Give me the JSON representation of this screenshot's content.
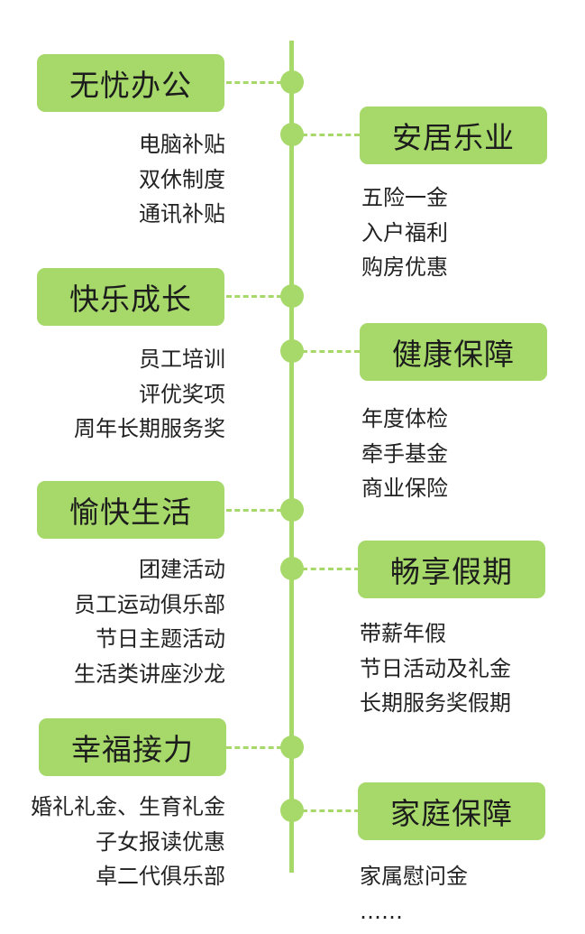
{
  "left": [
    {
      "title": "无忧办公",
      "items": [
        "电脑补贴",
        "双休制度",
        "通讯补贴"
      ]
    },
    {
      "title": "快乐成长",
      "items": [
        "员工培训",
        "评优奖项",
        "周年长期服务奖"
      ]
    },
    {
      "title": "愉快生活",
      "items": [
        "团建活动",
        "员工运动俱乐部",
        "节日主题活动",
        "生活类讲座沙龙"
      ]
    },
    {
      "title": "幸福接力",
      "items": [
        "婚礼礼金、生育礼金",
        "子女报读优惠",
        "卓二代俱乐部"
      ]
    }
  ],
  "right": [
    {
      "title": "安居乐业",
      "items": [
        "五险一金",
        "入户福利",
        "购房优惠"
      ]
    },
    {
      "title": "健康保障",
      "items": [
        "年度体检",
        "牵手基金",
        "商业保险"
      ]
    },
    {
      "title": "畅享假期",
      "items": [
        "带薪年假",
        "节日活动及礼金",
        "长期服务奖假期"
      ]
    },
    {
      "title": "家庭保障",
      "items": [
        "家属慰问金",
        "……"
      ]
    }
  ],
  "colors": {
    "accent": "#a6d96a",
    "text": "#222222"
  }
}
